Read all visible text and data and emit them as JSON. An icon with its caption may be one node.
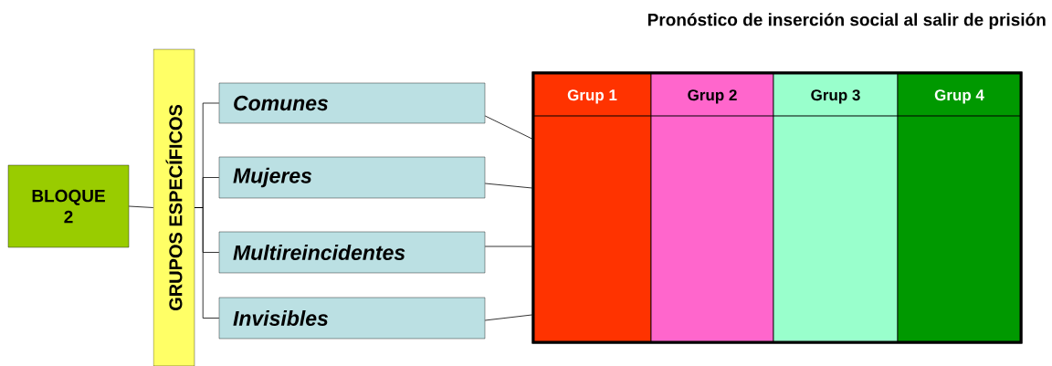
{
  "diagram": {
    "title": "Pronóstico de inserción social al salir de prisión",
    "nodes": [
      {
        "text": [
          "BLOQUE 2"
        ]
      },
      {
        "text": [
          "GRUPOS ESPECÍFICOS"
        ]
      },
      {
        "text": [
          "Comunes"
        ]
      },
      {
        "text": [
          "Mujeres"
        ]
      },
      {
        "text": [
          "Multireincidentes"
        ]
      },
      {
        "text": [
          "Invisibles"
        ]
      },
      {
        "text": [],
        "shape": "box"
      },
      {
        "text": [
          "Grup 1"
        ],
        "in": 6
      },
      {
        "text": [
          "Grup 2"
        ],
        "in": 6
      },
      {
        "text": [
          "Grup 3"
        ],
        "in": 6
      },
      {
        "text": [
          "Grup 4"
        ],
        "in": 6
      }
    ],
    "edges": [
      {
        "from": 0,
        "to": 1,
        "arrow": "none"
      },
      {
        "from": 1,
        "to": 2,
        "arrow": "none"
      },
      {
        "from": 1,
        "to": 3,
        "arrow": "none"
      },
      {
        "from": 1,
        "to": 4,
        "arrow": "none"
      },
      {
        "from": 1,
        "to": 5,
        "arrow": "none"
      },
      {
        "from": 2,
        "to": 6,
        "arrow": "none"
      },
      {
        "from": 3,
        "to": 6,
        "arrow": "none"
      },
      {
        "from": 4,
        "to": 6,
        "arrow": "none"
      },
      {
        "from": 5,
        "to": 6,
        "arrow": "none"
      }
    ]
  }
}
